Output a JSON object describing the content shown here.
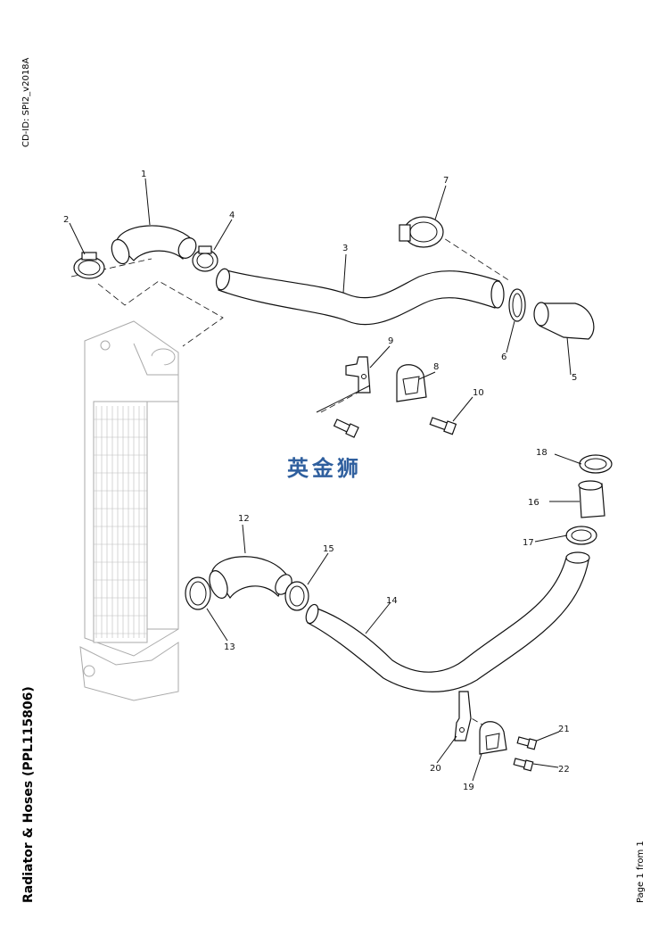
{
  "page": {
    "cd_id": "CD-ID: SPI2_v2018A",
    "title": "Radiator & Hoses (PPL115806)",
    "page_info": "Page 1 from 1",
    "watermark": "英金狮"
  },
  "callouts": [
    {
      "id": "c1",
      "label": "1"
    },
    {
      "id": "c2",
      "label": "2"
    },
    {
      "id": "c3",
      "label": "3"
    },
    {
      "id": "c4",
      "label": "4"
    },
    {
      "id": "c5",
      "label": "5"
    },
    {
      "id": "c6",
      "label": "6"
    },
    {
      "id": "c7",
      "label": "7"
    },
    {
      "id": "c8",
      "label": "8"
    },
    {
      "id": "c9",
      "label": "9"
    },
    {
      "id": "c10",
      "label": "10"
    },
    {
      "id": "c12",
      "label": "12"
    },
    {
      "id": "c13",
      "label": "13"
    },
    {
      "id": "c14",
      "label": "14"
    },
    {
      "id": "c15",
      "label": "15"
    },
    {
      "id": "c16",
      "label": "16"
    },
    {
      "id": "c17",
      "label": "17"
    },
    {
      "id": "c18",
      "label": "18"
    },
    {
      "id": "c19",
      "label": "19"
    },
    {
      "id": "c20",
      "label": "20"
    },
    {
      "id": "c21",
      "label": "21"
    },
    {
      "id": "c22",
      "label": "22"
    }
  ]
}
